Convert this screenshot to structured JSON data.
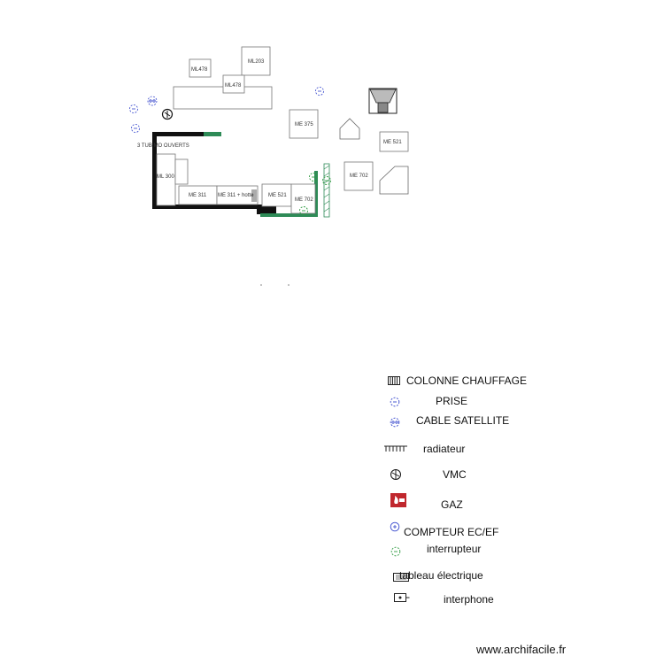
{
  "plan": {
    "furniture_labels": {
      "ml478_a": "ML478",
      "ml203": "ML203",
      "ml478_b": "ML478",
      "me375": "ME 375",
      "me521_right": "ME 521",
      "me702_right": "ME 702",
      "note_open": "3 TUB MO OUVERTS",
      "ml300": "ML 300",
      "me311": "ME 311",
      "me311_hotte": "ME 311 + hotte",
      "me521_bottom": "ME 521",
      "me702_bottom": "ME 702"
    }
  },
  "legend": {
    "items": [
      {
        "label": "COLONNE CHAUFFAGE",
        "icon": "heating-column-icon"
      },
      {
        "label": "PRISE",
        "icon": "socket-icon"
      },
      {
        "label": "CABLE SATELLITE",
        "icon": "satellite-cable-icon"
      },
      {
        "label": "radiateur",
        "icon": "radiator-icon"
      },
      {
        "label": "VMC",
        "icon": "vmc-icon"
      },
      {
        "label": "GAZ",
        "icon": "gas-icon"
      },
      {
        "label": "COMPTEUR EC/EF",
        "icon": "water-meter-icon"
      },
      {
        "label": "interrupteur",
        "icon": "switch-icon"
      },
      {
        "label": "tableau électrique",
        "icon": "electrical-panel-icon"
      },
      {
        "label": "interphone",
        "icon": "intercom-icon"
      }
    ]
  },
  "watermark": "www.archifacile.fr",
  "colors": {
    "wall": "#111111",
    "green_wall": "#2e8b57",
    "socket_blue": "#3344cc",
    "switch_green": "#2e9a40",
    "gas_red": "#c0272d"
  }
}
